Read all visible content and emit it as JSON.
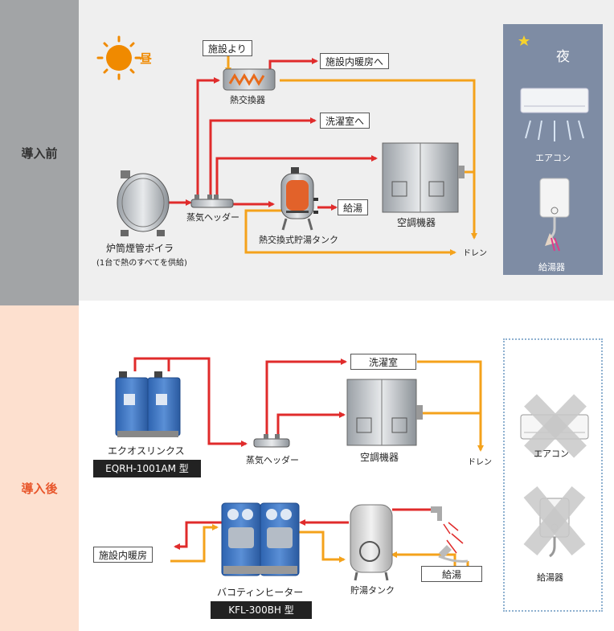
{
  "sections": {
    "before": "導入前",
    "after": "導入後"
  },
  "before": {
    "day": "昼",
    "night": "夜",
    "from_facility": "施設より",
    "heat_exchanger": "熱交換器",
    "to_facility_heating": "施設内暖房へ",
    "to_laundry": "洗濯室へ",
    "steam_header": "蒸気ヘッダー",
    "storage_tank_exchanger": "熱交換式貯湯タンク",
    "hot_water_supply": "給湯",
    "air_conditioner_unit": "空調機器",
    "drain": "ドレン",
    "boiler_name": "炉筒煙管ボイラ",
    "boiler_note": "(1台で熱のすべてを供給)",
    "aircon": "エアコン",
    "water_heater": "給湯器"
  },
  "after": {
    "laundry": "洗濯室",
    "product1_name": "エクオスリンクス",
    "product1_model": "EQRH-1001AM 型",
    "steam_header": "蒸気ヘッダー",
    "air_conditioner_unit": "空調機器",
    "drain": "ドレン",
    "aircon": "エアコン",
    "water_heater": "給湯器",
    "facility_heating": "施設内暖房",
    "product2_name": "バコティンヒーター",
    "product2_model": "KFL-300BH 型",
    "storage_tank": "貯湯タンク",
    "hot_water_supply": "給湯"
  },
  "colors": {
    "steam_line": "#e02b2b",
    "hot_water_line": "#f4a21b",
    "night_panel": "#7e8ca4",
    "sun": "#f08a00"
  }
}
